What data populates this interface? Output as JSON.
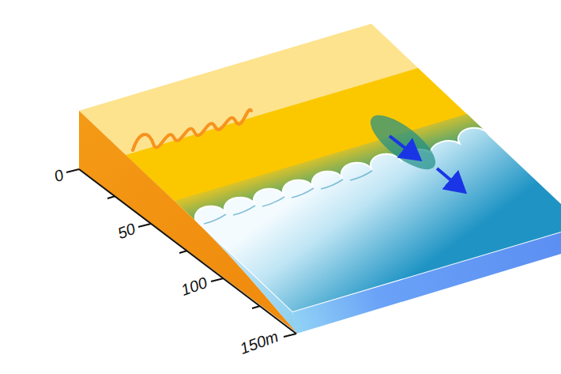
{
  "diagram": {
    "labels": [
      "0",
      "50",
      "100",
      "150m"
    ]
  }
}
